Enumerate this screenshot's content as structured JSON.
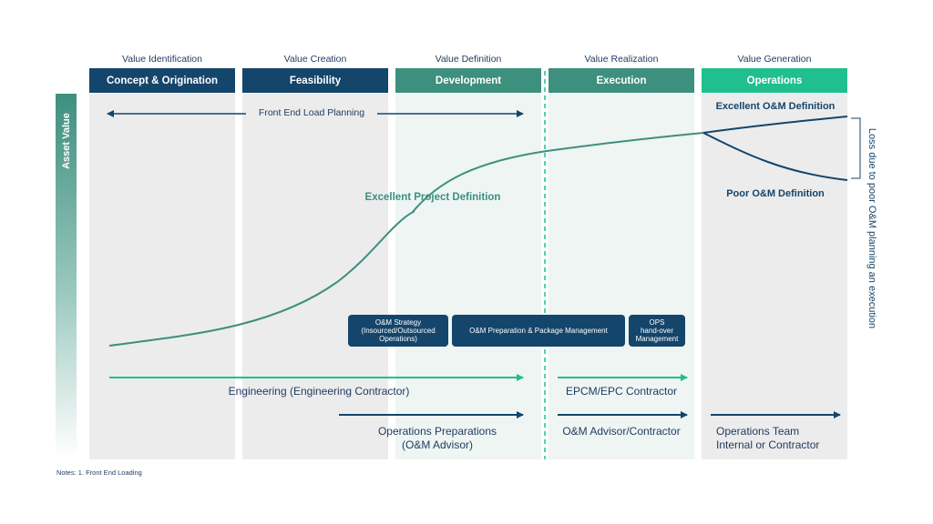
{
  "phases": [
    {
      "stage": "Value Identification",
      "name": "Concept & Origination"
    },
    {
      "stage": "Value Creation",
      "name": "Feasibility"
    },
    {
      "stage": "Value Definition",
      "name": "Development"
    },
    {
      "stage": "Value Realization",
      "name": "Execution"
    },
    {
      "stage": "Value Generation",
      "name": "Operations"
    }
  ],
  "y_axis": "Asset Value",
  "fel_label": "Front End Load Planning",
  "curves": {
    "project": "Excellent Project Definition",
    "excellent_om": "Excellent O&M Definition",
    "poor_om": "Poor O&M Definition",
    "loss": "Loss due to poor O&M planning an execution"
  },
  "boxes": {
    "strategy": "O&M Strategy\n(Insourced/Outsourced\nOperations)",
    "prep": "O&M Preparation & Package Management",
    "handover": "OPS\nhand-over\nManagement"
  },
  "rows": {
    "engineering": "Engineering (Engineering Contractor)",
    "epcm": "EPCM/EPC Contractor",
    "ops_prep": "Operations Preparations\n(O&M Advisor)",
    "om_advisor": "O&M Advisor/Contractor",
    "ops_team": "Operations Team\nInternal or Contractor"
  },
  "notes": "Notes: 1. Front End Loading",
  "colors": {
    "navy": "#14456b",
    "teal": "#3d8f7e",
    "green": "#1fbf8f"
  }
}
